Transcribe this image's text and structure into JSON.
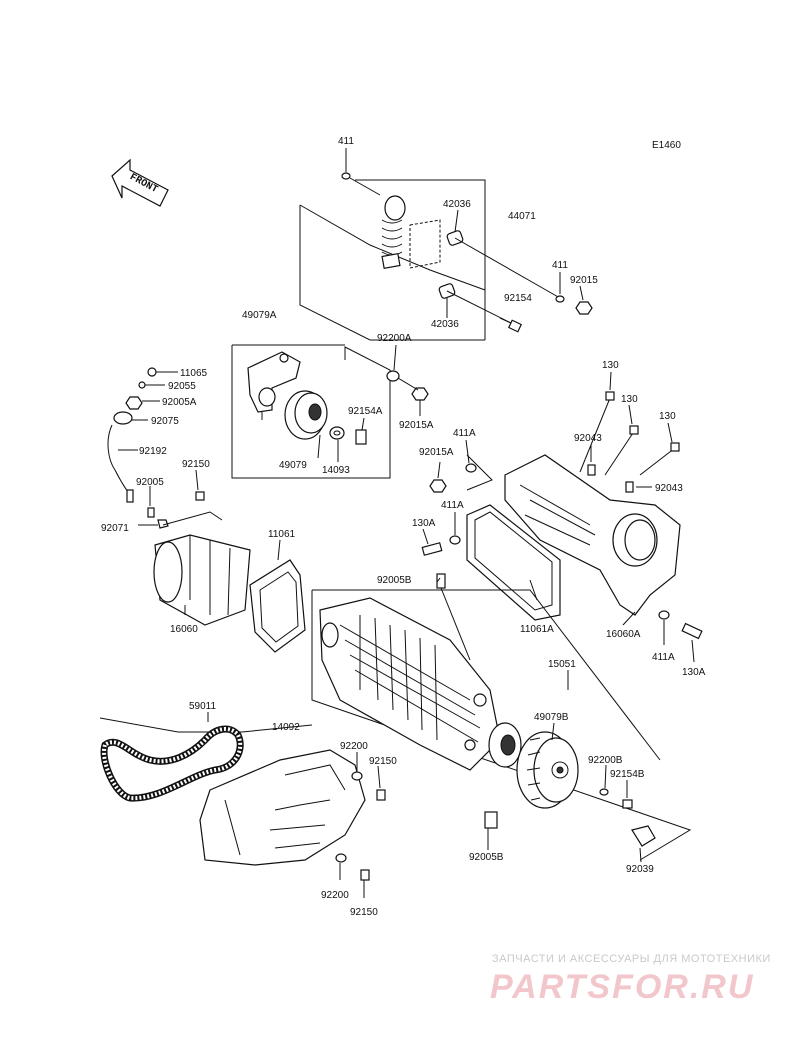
{
  "diagram": {
    "code": "E1460",
    "front_label": "FRONT",
    "labels": [
      {
        "id": "411-top",
        "text": "411"
      },
      {
        "id": "44071",
        "text": "44071"
      },
      {
        "id": "42036-a",
        "text": "42036"
      },
      {
        "id": "42036-b",
        "text": "42036"
      },
      {
        "id": "411-right",
        "text": "411"
      },
      {
        "id": "92015",
        "text": "92015"
      },
      {
        "id": "92154",
        "text": "92154"
      },
      {
        "id": "49079A",
        "text": "49079A"
      },
      {
        "id": "92200A",
        "text": "92200A"
      },
      {
        "id": "11065",
        "text": "11065"
      },
      {
        "id": "92055",
        "text": "92055"
      },
      {
        "id": "92005A",
        "text": "92005A"
      },
      {
        "id": "92075",
        "text": "92075"
      },
      {
        "id": "92154A",
        "text": "92154A"
      },
      {
        "id": "92015A-a",
        "text": "92015A"
      },
      {
        "id": "49079",
        "text": "49079"
      },
      {
        "id": "14093",
        "text": "14093"
      },
      {
        "id": "92192",
        "text": "92192"
      },
      {
        "id": "130-a",
        "text": "130"
      },
      {
        "id": "130-b",
        "text": "130"
      },
      {
        "id": "130-c",
        "text": "130"
      },
      {
        "id": "92043-a",
        "text": "92043"
      },
      {
        "id": "92043-b",
        "text": "92043"
      },
      {
        "id": "411A-a",
        "text": "411A"
      },
      {
        "id": "92015A-b",
        "text": "92015A"
      },
      {
        "id": "92150-a",
        "text": "92150"
      },
      {
        "id": "92005",
        "text": "92005"
      },
      {
        "id": "92071",
        "text": "92071"
      },
      {
        "id": "11061",
        "text": "11061"
      },
      {
        "id": "411A-b",
        "text": "411A"
      },
      {
        "id": "130A-a",
        "text": "130A"
      },
      {
        "id": "92005B-a",
        "text": "92005B"
      },
      {
        "id": "16060",
        "text": "16060"
      },
      {
        "id": "11061A",
        "text": "11061A"
      },
      {
        "id": "16060A",
        "text": "16060A"
      },
      {
        "id": "411A-c",
        "text": "411A"
      },
      {
        "id": "130A-b",
        "text": "130A"
      },
      {
        "id": "15051",
        "text": "15051"
      },
      {
        "id": "59011",
        "text": "59011"
      },
      {
        "id": "14092",
        "text": "14092"
      },
      {
        "id": "49079B",
        "text": "49079B"
      },
      {
        "id": "92200-a",
        "text": "92200"
      },
      {
        "id": "92150-b",
        "text": "92150"
      },
      {
        "id": "92200B",
        "text": "92200B"
      },
      {
        "id": "92154B",
        "text": "92154B"
      },
      {
        "id": "92005B-b",
        "text": "92005B"
      },
      {
        "id": "92039",
        "text": "92039"
      },
      {
        "id": "92200-b",
        "text": "92200"
      },
      {
        "id": "92150-c",
        "text": "92150"
      }
    ]
  },
  "watermark": {
    "tagline": "ЗАПЧАСТИ И АКСЕССУАРЫ ДЛЯ МОТОТЕХНИКИ",
    "logo": "PARTSFOR.RU"
  }
}
